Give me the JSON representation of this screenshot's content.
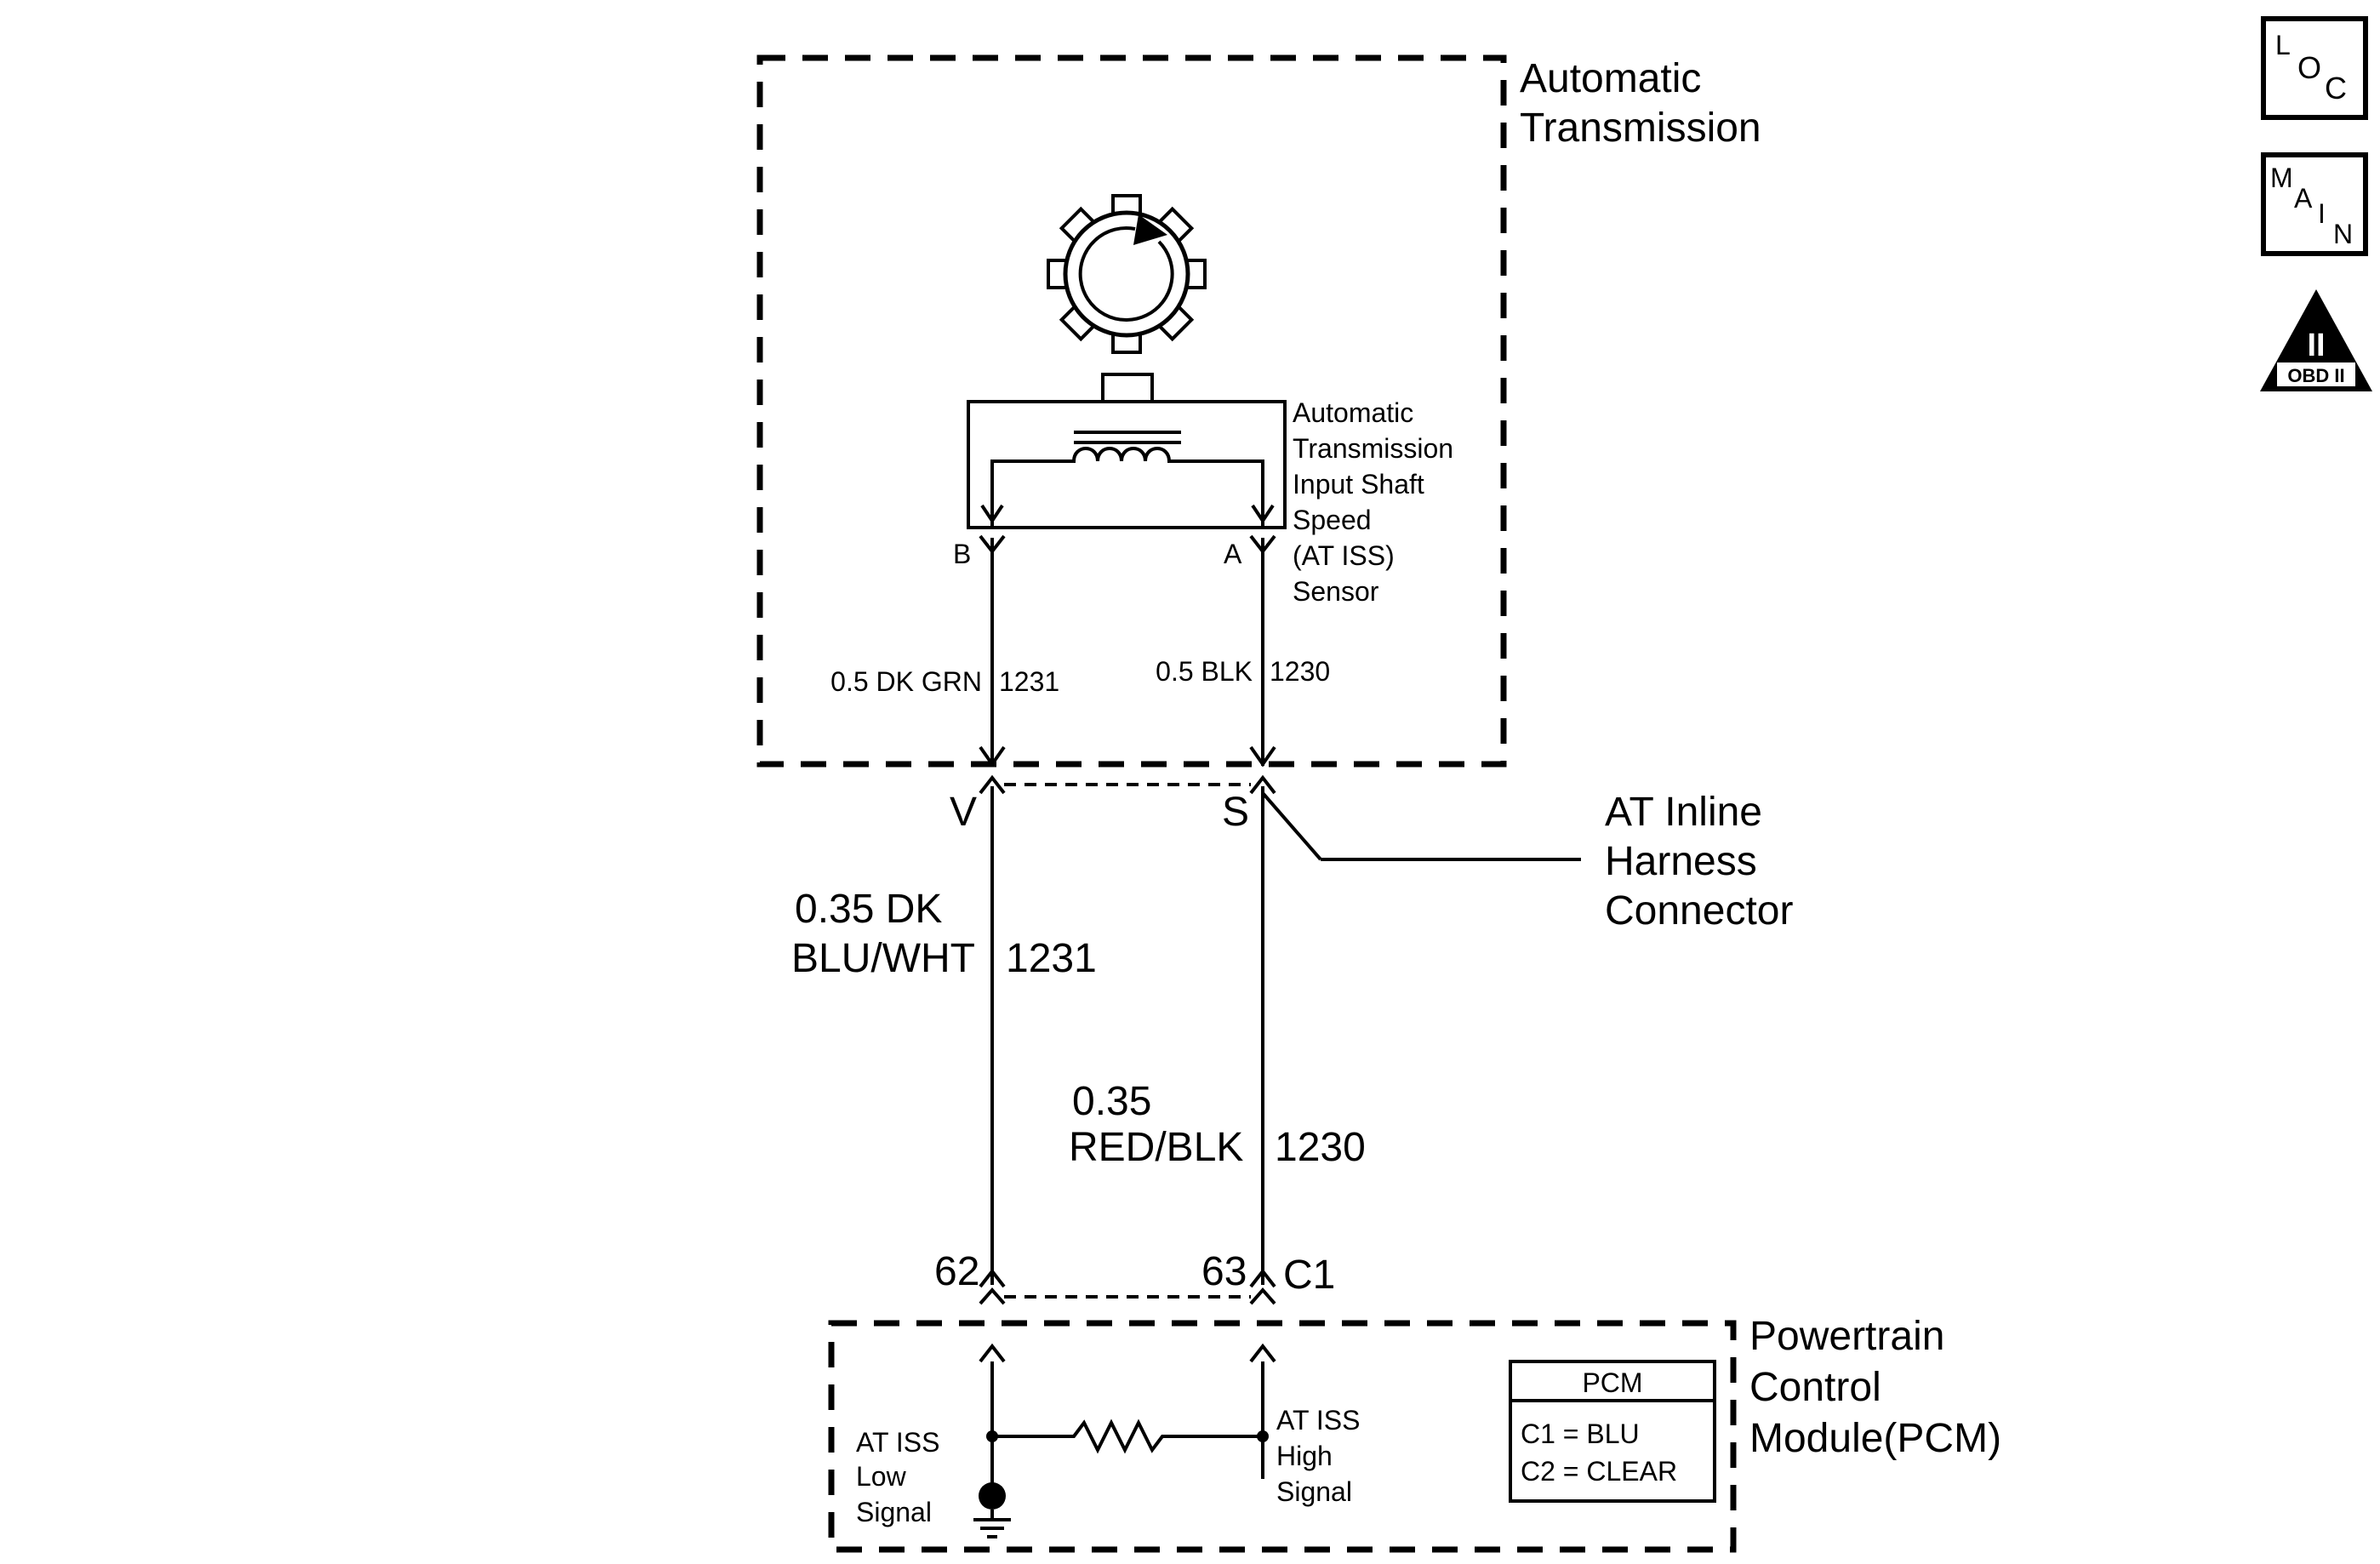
{
  "components": {
    "transmission": {
      "label_lines": [
        "Automatic",
        "Transmission"
      ]
    },
    "sensor": {
      "label_lines": [
        "Automatic",
        "Transmission",
        "Input Shaft",
        "Speed",
        "(AT ISS)",
        "Sensor"
      ],
      "pin_b": "B",
      "pin_a": "A"
    },
    "inline_connector": {
      "label_lines": [
        "AT Inline",
        "Harness",
        "Connector"
      ],
      "pin_v": "V",
      "pin_s": "S"
    },
    "pcm": {
      "label_lines": [
        "Powertrain",
        "Control",
        "Module(PCM)"
      ],
      "pin_62": "62",
      "pin_63": "63",
      "connector_id": "C1",
      "low_signal_lines": [
        "AT ISS",
        "Low",
        "Signal"
      ],
      "high_signal_lines": [
        "AT ISS",
        "High",
        "Signal"
      ],
      "legend": {
        "title": "PCM",
        "rows": [
          "C1 = BLU",
          "C2 = CLEAR"
        ]
      }
    }
  },
  "wires": {
    "sensor_b": {
      "gauge_color": "0.5 DK GRN",
      "circuit": "1231"
    },
    "sensor_a": {
      "gauge_color": "0.5 BLK",
      "circuit": "1230"
    },
    "harness_v": {
      "gauge_color_lines": [
        "0.35 DK",
        "BLU/WHT"
      ],
      "circuit": "1231"
    },
    "harness_s": {
      "gauge_color_lines": [
        "0.35",
        "RED/BLK"
      ],
      "circuit": "1230"
    }
  },
  "side_buttons": {
    "loc": {
      "chars": [
        "L",
        "O",
        "C"
      ]
    },
    "main": {
      "chars": [
        "M",
        "A",
        "I",
        "N"
      ]
    },
    "obd": {
      "symbol": "II",
      "text": "OBD II"
    }
  }
}
